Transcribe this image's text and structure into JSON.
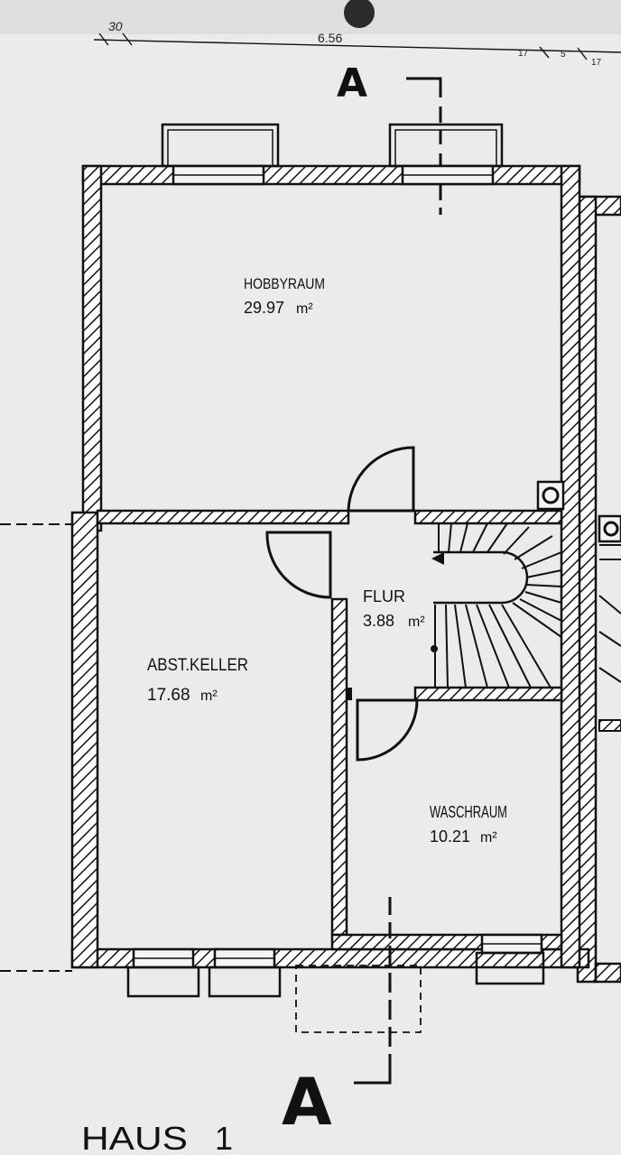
{
  "dimensions": {
    "wall_thickness": "30",
    "width": "6.56",
    "right_a": "17",
    "right_b": "5",
    "right_c": "17"
  },
  "section_marker": {
    "top": "A",
    "bottom": "A"
  },
  "rooms": [
    {
      "name": "HOBBYRAUM",
      "area": "29.97",
      "unit": "m²"
    },
    {
      "name": "ABST.KELLER",
      "area": "17.68",
      "unit": "m²"
    },
    {
      "name": "FLUR",
      "area": "3.88",
      "unit": "m²"
    },
    {
      "name": "WASCHRAUM",
      "area": "10.21",
      "unit": "m²"
    }
  ],
  "house_label": {
    "word": "HAUS",
    "number": "1"
  },
  "colors": {
    "ink": "#111111",
    "paper": "#ebebe9",
    "paper_shadow": "#d9d9d6"
  }
}
